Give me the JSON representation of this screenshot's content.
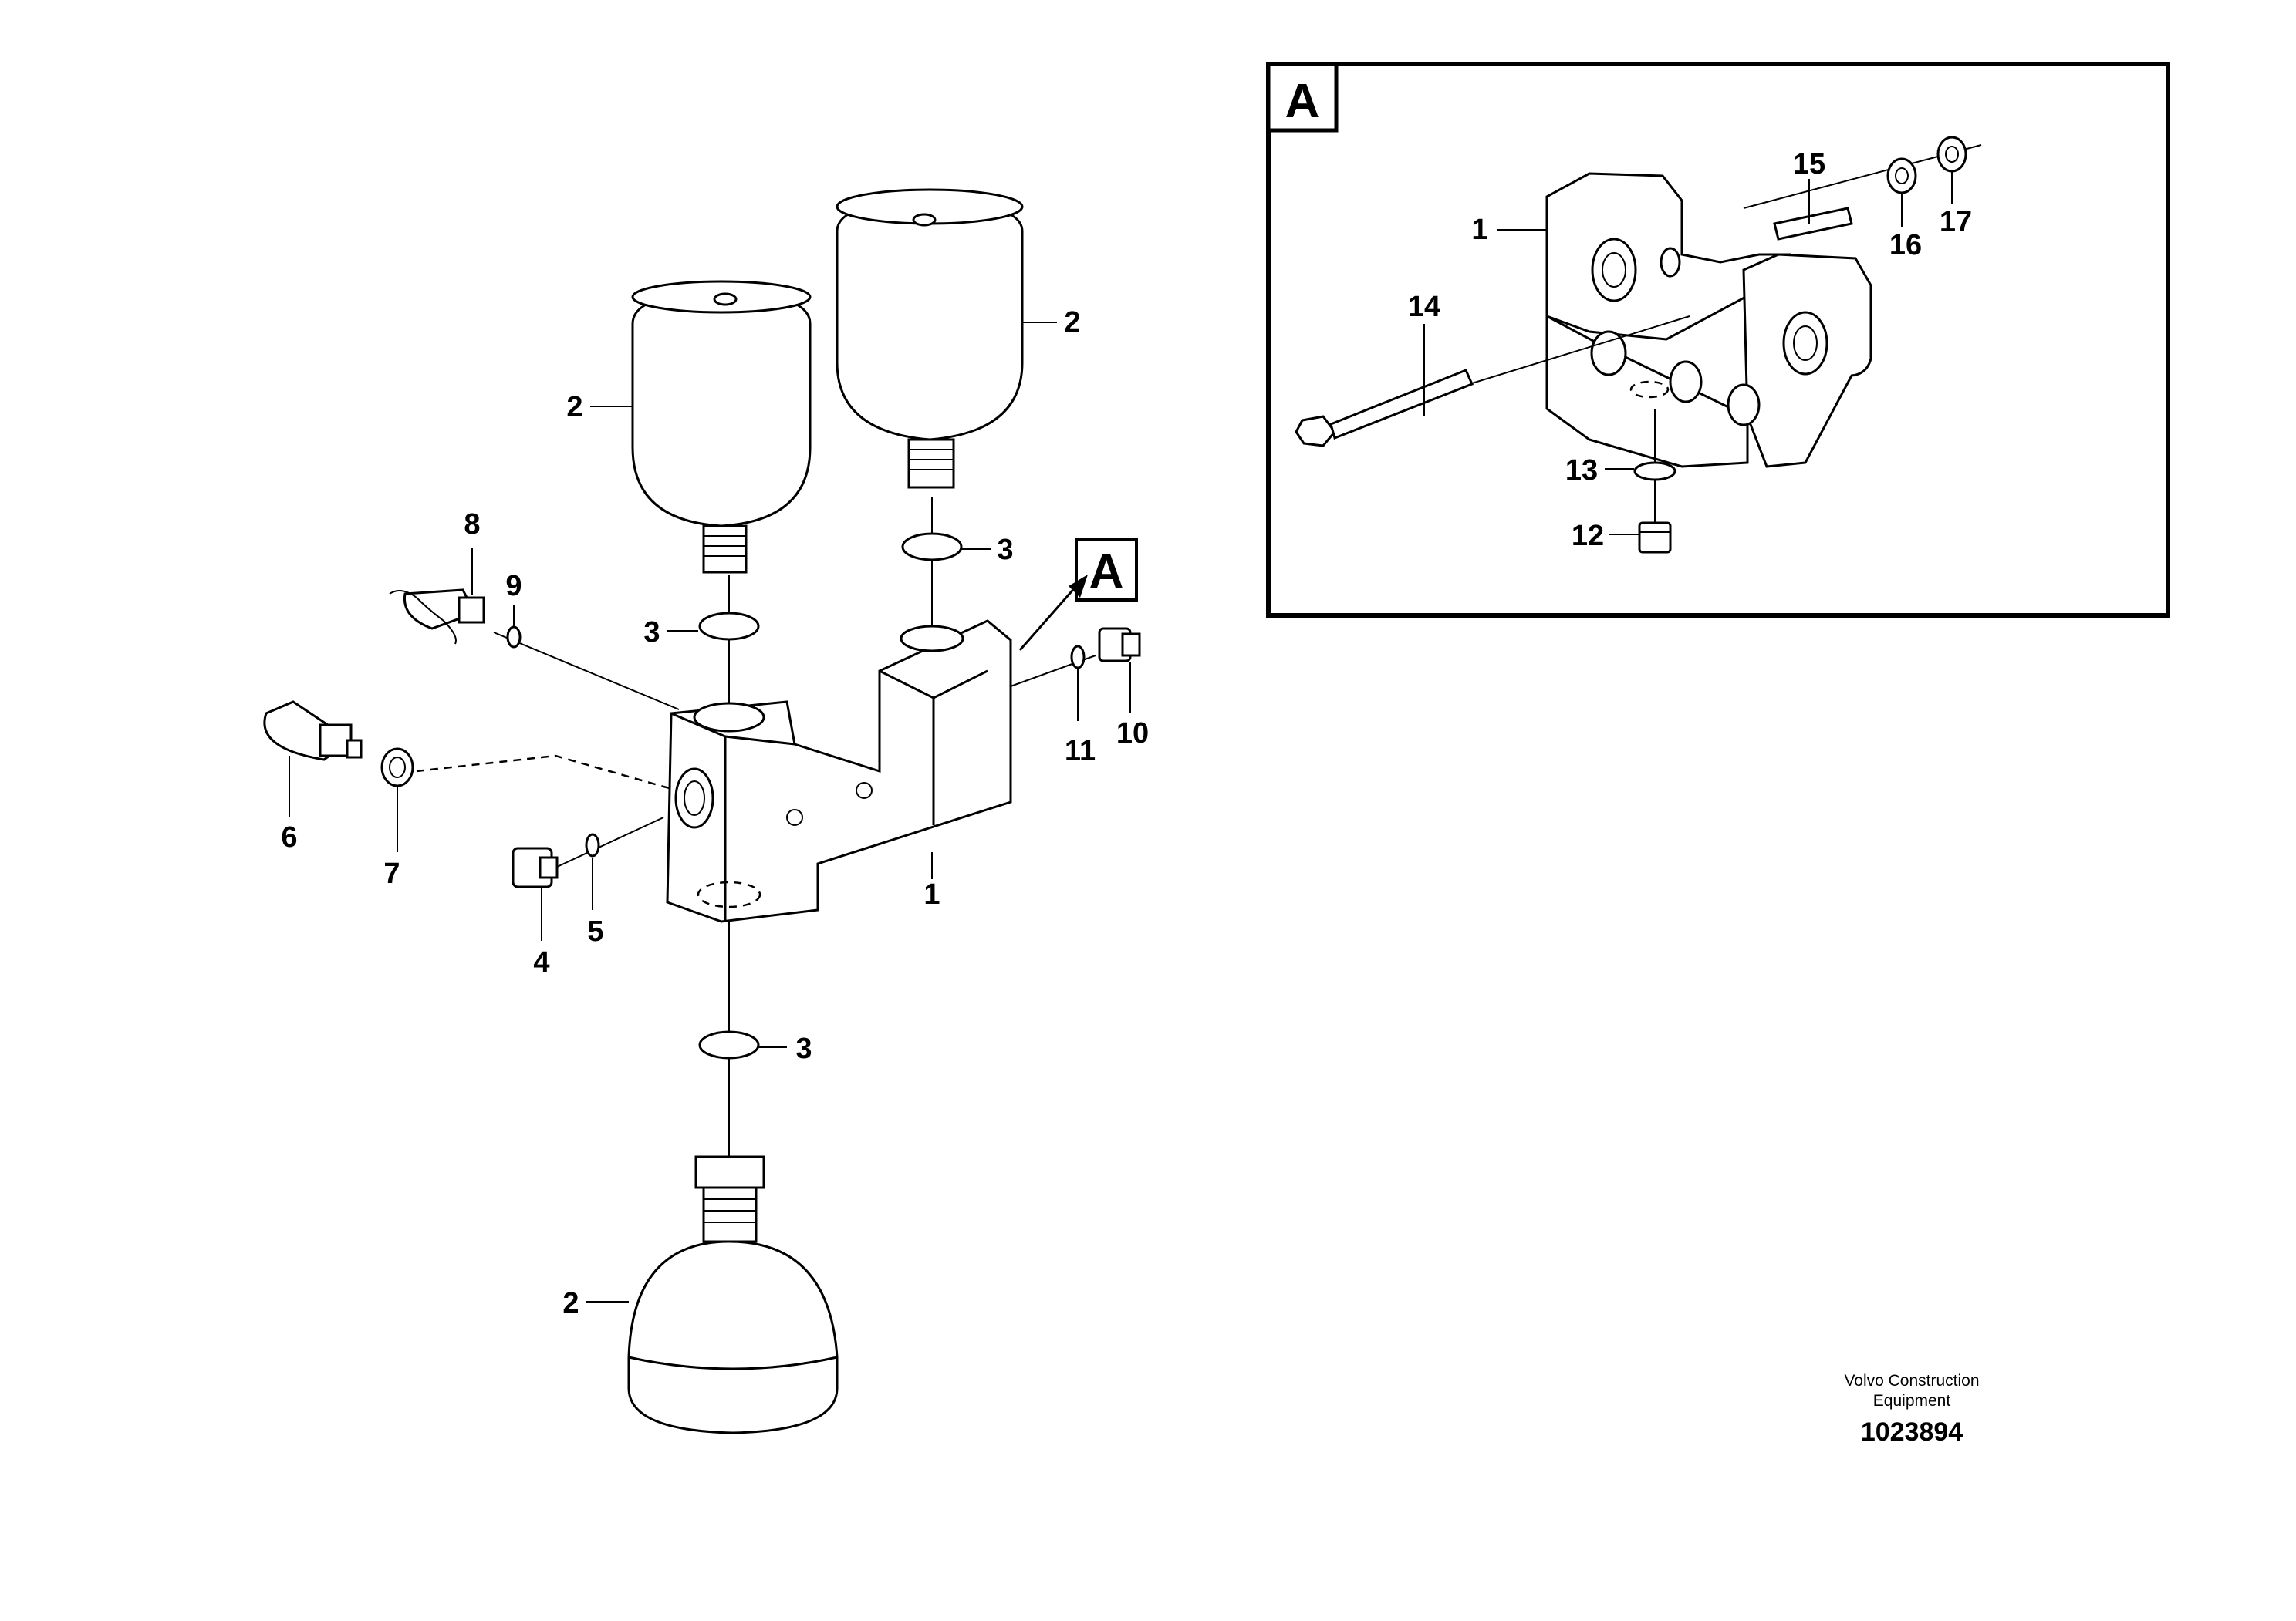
{
  "diagram": {
    "view_label": "A",
    "callouts": {
      "c1": "1",
      "c2a": "2",
      "c2b": "2",
      "c2c": "2",
      "c3a": "3",
      "c3b": "3",
      "c3c": "3",
      "c4": "4",
      "c5": "5",
      "c6": "6",
      "c7": "7",
      "c8": "8",
      "c9": "9",
      "c10": "10",
      "c11": "11"
    },
    "inset": {
      "label": "A",
      "callouts": {
        "c1": "1",
        "c12": "12",
        "c13": "13",
        "c14": "14",
        "c15": "15",
        "c16": "16",
        "c17": "17"
      }
    },
    "credit_line1": "Volvo Construction",
    "credit_line2": "Equipment",
    "drawing_number": "1023894"
  }
}
